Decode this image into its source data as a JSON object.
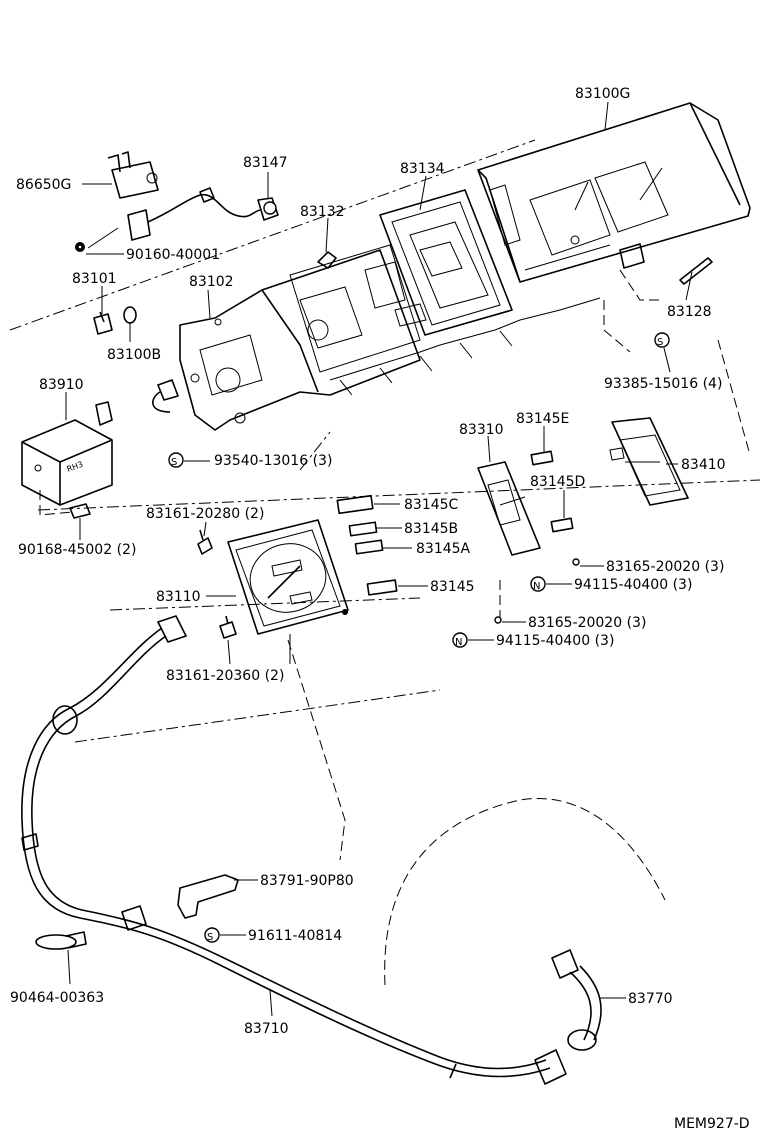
{
  "diagram_id": "MEM927-D",
  "labels": {
    "p83100G": "83100G",
    "p86650G": "86650G",
    "p83147": "83147",
    "p83134": "83134",
    "p83132": "83132",
    "p90160": "90160-40001",
    "p83101": "83101",
    "p83102": "83102",
    "p83128": "83128",
    "p83100B": "83100B",
    "p93385": "93385-15016 (4)",
    "p83910": "83910",
    "p83310": "83310",
    "p83145E": "83145E",
    "p93540": "93540-13016 (3)",
    "p83410": "83410",
    "p83145D": "83145D",
    "p83145C": "83145C",
    "p83161_20280": "83161-20280 (2)",
    "p83145B": "83145B",
    "p90168": "90168-45002 (2)",
    "p83145A": "83145A",
    "p83165a": "83165-20020 (3)",
    "p94115a": "94115-40400 (3)",
    "p83110": "83110",
    "p83145": "83145",
    "p83165b": "83165-20020 (3)",
    "p94115b": "94115-40400 (3)",
    "p83161_20360": "83161-20360 (2)",
    "p83791": "83791-90P80",
    "p91611": "91611-40814",
    "p90464": "90464-00363",
    "p83770": "83770",
    "p83710": "83710"
  },
  "symbols": {
    "s_letter": "S",
    "n_letter": "N"
  }
}
